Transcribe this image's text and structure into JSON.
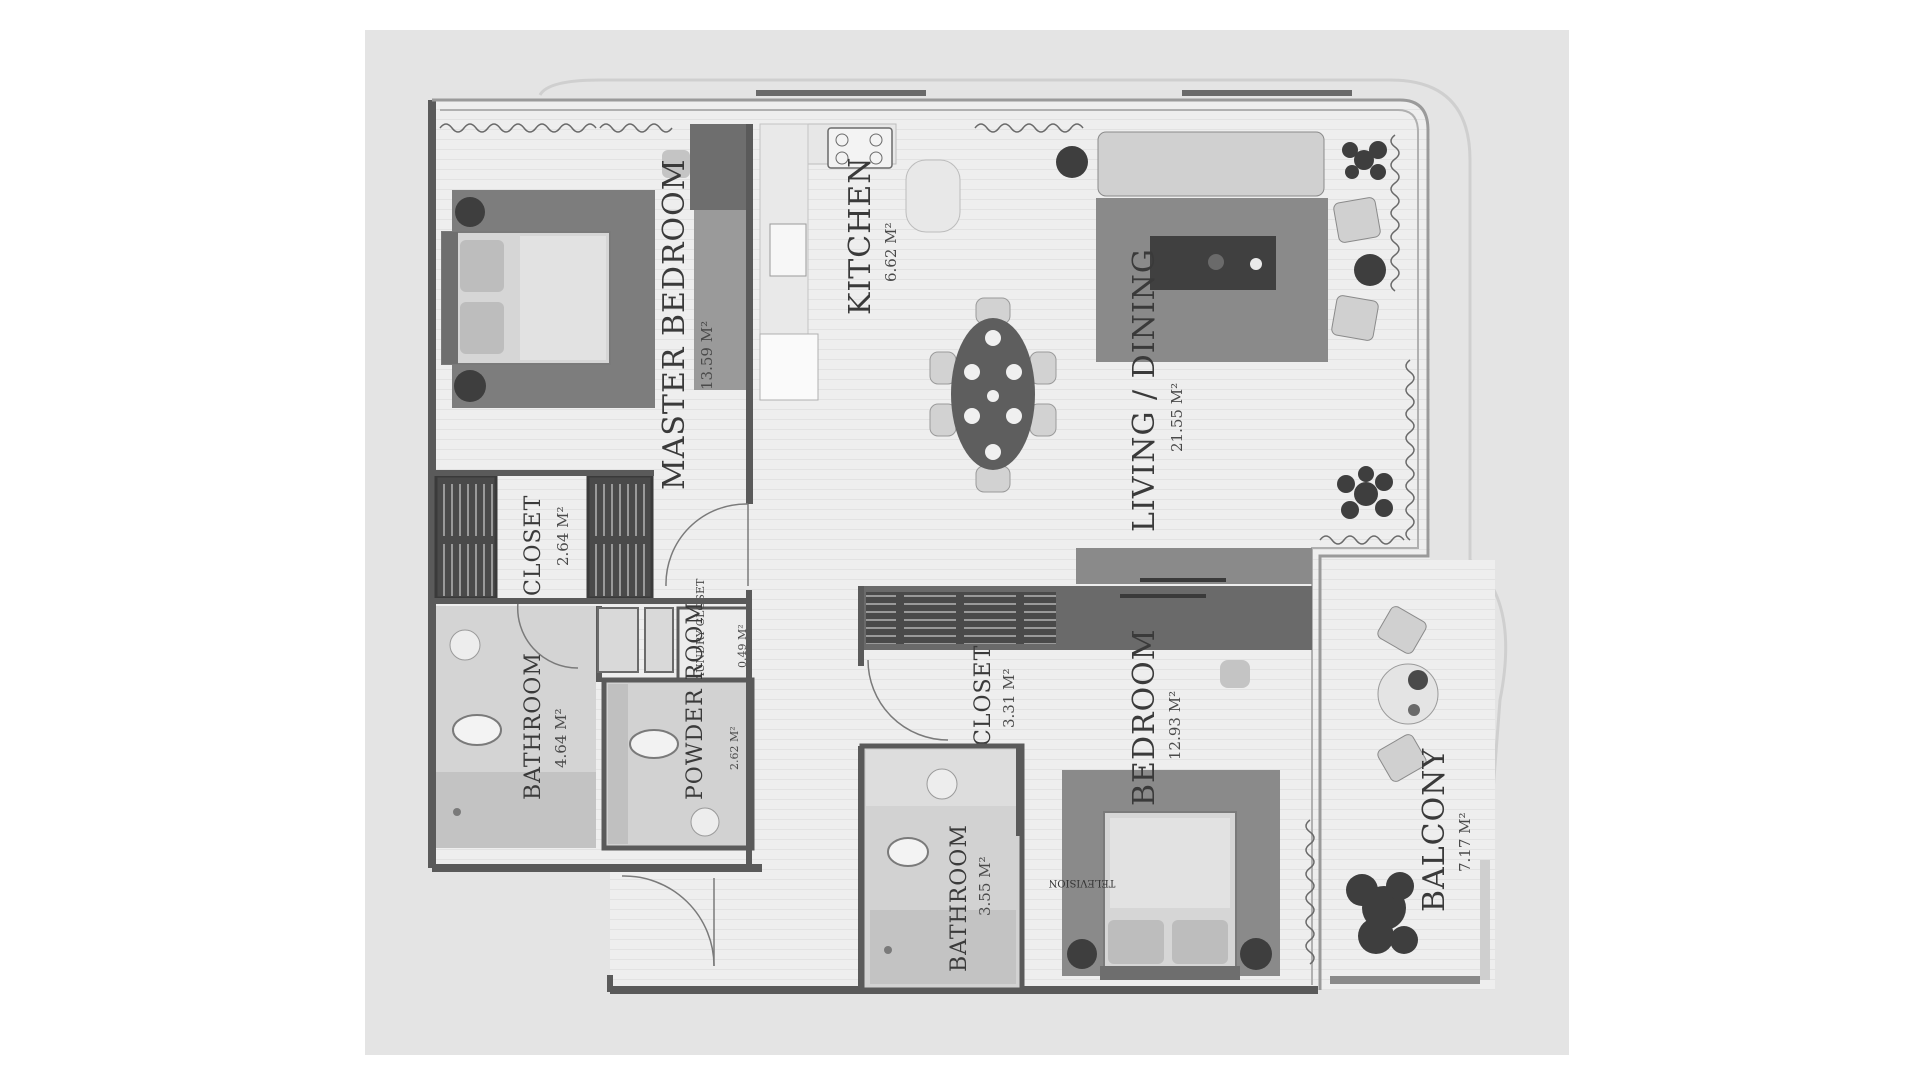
{
  "plan": {
    "rooms": [
      {
        "id": "master-bedroom",
        "name": "MASTER BEDROOM",
        "area": "13.59 M²"
      },
      {
        "id": "kitchen",
        "name": "KITCHEN",
        "area": "6.62 M²"
      },
      {
        "id": "living-dining",
        "name": "LIVING / DINING",
        "area": "21.55 M²"
      },
      {
        "id": "closet-master",
        "name": "CLOSET",
        "area": "2.64 M²"
      },
      {
        "id": "bathroom-master",
        "name": "BATHROOM",
        "area": "4.64 M²"
      },
      {
        "id": "laundry-closet",
        "name": "LAUNDRY CLOSET",
        "area": "0.49 M²"
      },
      {
        "id": "powder-room",
        "name": "POWDER ROOM",
        "area": "2.62 M²"
      },
      {
        "id": "closet-bedroom",
        "name": "CLOSET",
        "area": "3.31 M²"
      },
      {
        "id": "bedroom",
        "name": "BEDROOM",
        "area": "12.93 M²"
      },
      {
        "id": "bathroom-bedroom",
        "name": "BATHROOM",
        "area": "3.55 M²"
      },
      {
        "id": "balcony",
        "name": "BALCONY",
        "area": "7.17 M²"
      }
    ],
    "tv_label": "TELEVISION"
  },
  "colors": {
    "background": "#e6e6e6",
    "floor": "#f1f1f1",
    "wall": "#5a5a5a",
    "rug": "#8d8d8d",
    "furniture": "#c9c9c9"
  }
}
